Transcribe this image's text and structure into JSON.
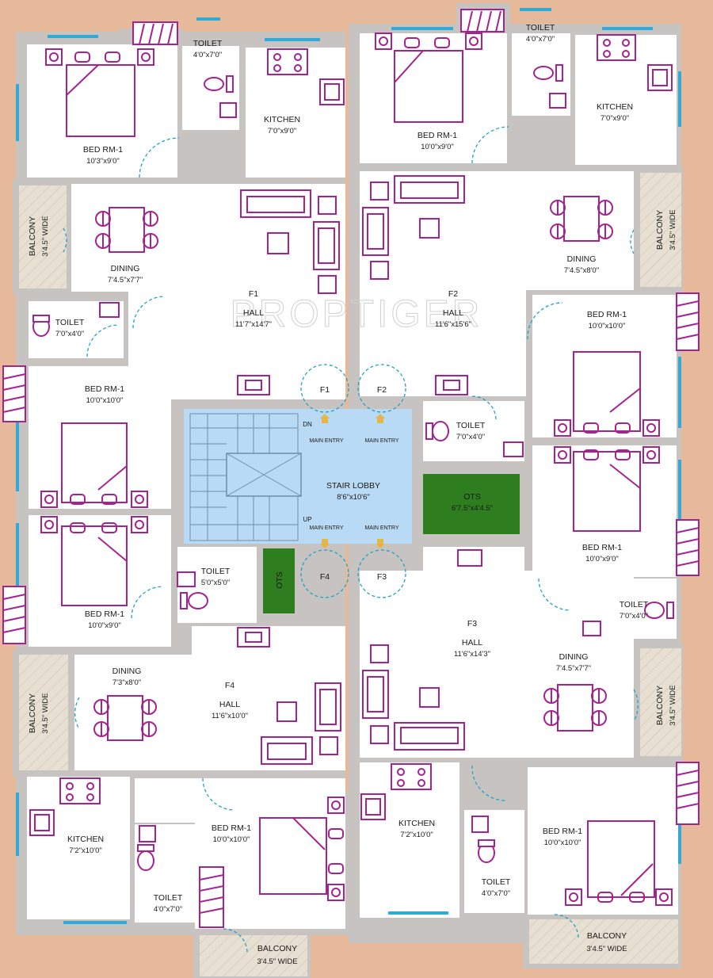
{
  "watermark": "PROPTIGER",
  "rooms": {
    "f1_bed1": {
      "name": "BED RM-1",
      "dim": "10'3\"x9'0\""
    },
    "f1_toilet1": {
      "name": "TOILET",
      "dim": "4'0\"x7'0\""
    },
    "f1_kitchen": {
      "name": "KITCHEN",
      "dim": "7'0\"x9'0\""
    },
    "f1_balcony": {
      "name": "BALCONY",
      "dim": "3'4.5\" WIDE"
    },
    "f1_dining": {
      "name": "DINING",
      "dim": "7'4.5\"x7'7\""
    },
    "f1_hall": {
      "name": "HALL",
      "dim": "11'7\"x14'7\""
    },
    "f1_toilet2": {
      "name": "TOILET",
      "dim": "7'0\"x4'0\""
    },
    "f1_bed2": {
      "name": "BED RM-1",
      "dim": "10'0\"x10'0\""
    },
    "f2_bed1": {
      "name": "BED RM-1",
      "dim": "10'0\"x9'0\""
    },
    "f2_toilet1": {
      "name": "TOILET",
      "dim": "4'0\"x7'0\""
    },
    "f2_kitchen": {
      "name": "KITCHEN",
      "dim": "7'0\"x9'0\""
    },
    "f2_dining": {
      "name": "DINING",
      "dim": "7'4.5\"x8'0\""
    },
    "f2_balcony": {
      "name": "BALCONY",
      "dim": "3'4.5\" WIDE"
    },
    "f2_hall": {
      "name": "HALL",
      "dim": "11'6\"x15'6\""
    },
    "f2_bed2": {
      "name": "BED RM-1",
      "dim": "10'0\"x10'0\""
    },
    "f2_toilet2": {
      "name": "TOILET",
      "dim": "7'0\"x4'0\""
    },
    "stair": {
      "name": "STAIR LOBBY",
      "dim": "8'6\"x10'6\"",
      "dn": "DN",
      "up": "UP"
    },
    "main_entry": "MAIN ENTRY",
    "ots_right": {
      "name": "OTS",
      "dim": "6'7.5\"x4'4.5\""
    },
    "ots_left": {
      "name": "OTS"
    },
    "f4_bed1": {
      "name": "BED RM-1",
      "dim": "10'0\"x9'0\""
    },
    "f4_toilet1": {
      "name": "TOILET",
      "dim": "5'0\"x5'0\""
    },
    "f4_balcony": {
      "name": "BALCONY",
      "dim": "3'4.5\" WIDE"
    },
    "f4_dining": {
      "name": "DINING",
      "dim": "7'3\"x8'0\""
    },
    "f4_hall": {
      "name": "HALL",
      "dim": "11'6\"x10'0\""
    },
    "f4_kitchen": {
      "name": "KITCHEN",
      "dim": "7'2\"x10'0\""
    },
    "f4_bed2": {
      "name": "BED RM-1",
      "dim": "10'0\"x10'0\""
    },
    "f4_toilet2": {
      "name": "TOILET",
      "dim": "4'0\"x7'0\""
    },
    "f4_balcony2": {
      "name": "BALCONY",
      "dim": "3'4.5\" WIDE"
    },
    "f3_bed1": {
      "name": "BED RM-1",
      "dim": "10'0\"x9'0\""
    },
    "f3_toilet1": {
      "name": "TOILET",
      "dim": "7'0\"x4'0\""
    },
    "f3_hall": {
      "name": "HALL",
      "dim": "11'6\"x14'3\""
    },
    "f3_dining": {
      "name": "DINING",
      "dim": "7'4.5\"x7'7\""
    },
    "f3_balcony": {
      "name": "BALCONY",
      "dim": "3'4.5\" WIDE"
    },
    "f3_kitchen": {
      "name": "KITCHEN",
      "dim": "7'2\"x10'0\""
    },
    "f3_bed2": {
      "name": "BED RM-1",
      "dim": "10'0\"x10'0\""
    },
    "f3_toilet2": {
      "name": "TOILET",
      "dim": "4'0\"x7'0\""
    },
    "f3_balcony2": {
      "name": "BALCONY",
      "dim": "3'4.5\" WIDE"
    }
  },
  "flats": {
    "f1": "F1",
    "f2": "F2",
    "f3": "F3",
    "f4": "F4"
  },
  "colors": {
    "furniture": "#a4238f",
    "lobby": "#b9daf5",
    "ots": "#2e7d1f",
    "wall": "#c7c3c0",
    "window": "#33a9d6",
    "background": "#e6b99a"
  }
}
